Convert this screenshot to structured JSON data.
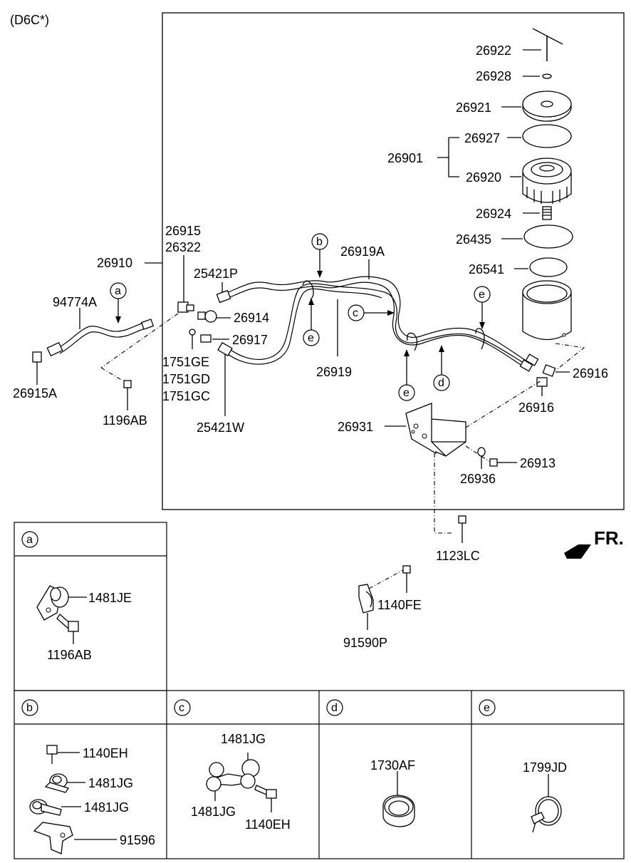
{
  "variant": "(D6C*)",
  "fr_label": "FR.",
  "main_labels": {
    "p26922": "26922",
    "p26928": "26928",
    "p26921": "26921",
    "p26927": "26927",
    "p26901": "26901",
    "p26920": "26920",
    "p26924": "26924",
    "p26435": "26435",
    "p26541": "26541",
    "p26915": "26915",
    "p26322": "26322",
    "p26910": "26910",
    "p26919A": "26919A",
    "p25421P": "25421P",
    "p94774A": "94774A",
    "p26914": "26914",
    "p26917": "26917",
    "p1751GE": "1751GE",
    "p1751GD": "1751GD",
    "p1751GC": "1751GC",
    "p26919": "26919",
    "p26916a": "26916",
    "p26916b": "26916",
    "p26915A": "26915A",
    "p1196AB": "1196AB",
    "p25421W": "25421W",
    "p26931": "26931",
    "p26913": "26913",
    "p26936": "26936",
    "p1123LC": "1123LC",
    "p1140FE": "1140FE",
    "p91590P": "91590P"
  },
  "callouts": {
    "a": "a",
    "b": "b",
    "c": "c",
    "d": "d",
    "e": "e"
  },
  "detail_a": {
    "key": "a",
    "p1481JE": "1481JE",
    "p1196AB": "1196AB"
  },
  "detail_b": {
    "key": "b",
    "p1140EH": "1140EH",
    "p1481JG_1": "1481JG",
    "p1481JG_2": "1481JG",
    "p91596": "91596"
  },
  "detail_c": {
    "key": "c",
    "p1481JG_top": "1481JG",
    "p1481JG_bot": "1481JG",
    "p1140EH": "1140EH"
  },
  "detail_d": {
    "key": "d",
    "p1730AF": "1730AF"
  },
  "detail_e": {
    "key": "e",
    "p1799JD": "1799JD"
  }
}
